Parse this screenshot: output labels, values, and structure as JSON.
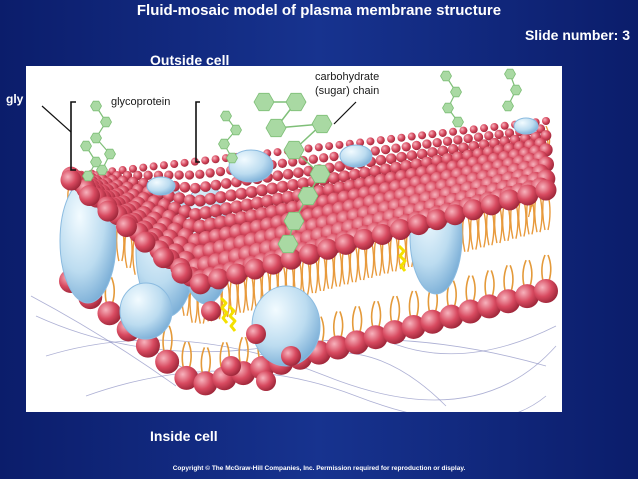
{
  "slide": {
    "title": "Fluid-mosaic model of plasma membrane structure",
    "slide_number": "Slide number: 3",
    "outside_label": "Outside cell",
    "inside_label": "Inside cell",
    "copyright": "Copyright © The McGraw-Hill Companies, Inc. Permission required for reproduction or display.",
    "cut_label": "gly"
  },
  "figure": {
    "labels": {
      "glycoprotein": "glycoprotein",
      "carb_line1": "carbohydrate",
      "carb_line2": "(sugar) chain"
    },
    "colors": {
      "phospholipid_head": "#d84a60",
      "protein": "#bcdcf0",
      "sugar": "#a9d9a3",
      "cholesterol": "#f4e000",
      "fiber": "#8a8fc2"
    }
  }
}
